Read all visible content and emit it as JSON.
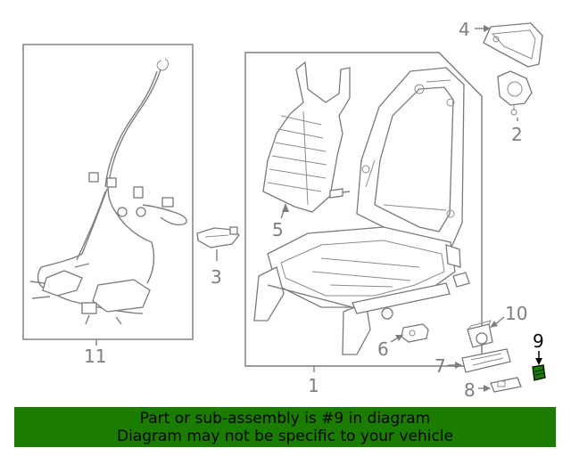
{
  "diagram": {
    "highlight_color": "#1a7d00",
    "callouts": [
      {
        "id": "1",
        "text": "1"
      },
      {
        "id": "2",
        "text": "2"
      },
      {
        "id": "3",
        "text": "3"
      },
      {
        "id": "4",
        "text": "4"
      },
      {
        "id": "5",
        "text": "5"
      },
      {
        "id": "6",
        "text": "6"
      },
      {
        "id": "7",
        "text": "7"
      },
      {
        "id": "8",
        "text": "8"
      },
      {
        "id": "9",
        "text": "9"
      },
      {
        "id": "10",
        "text": "10"
      },
      {
        "id": "11",
        "text": "11"
      }
    ],
    "highlighted_part": "9"
  },
  "banner": {
    "line1": "Part or sub-assembly is #9 in diagram",
    "line2": "Diagram may not be specific to your vehicle",
    "background": "#1a7d00"
  }
}
